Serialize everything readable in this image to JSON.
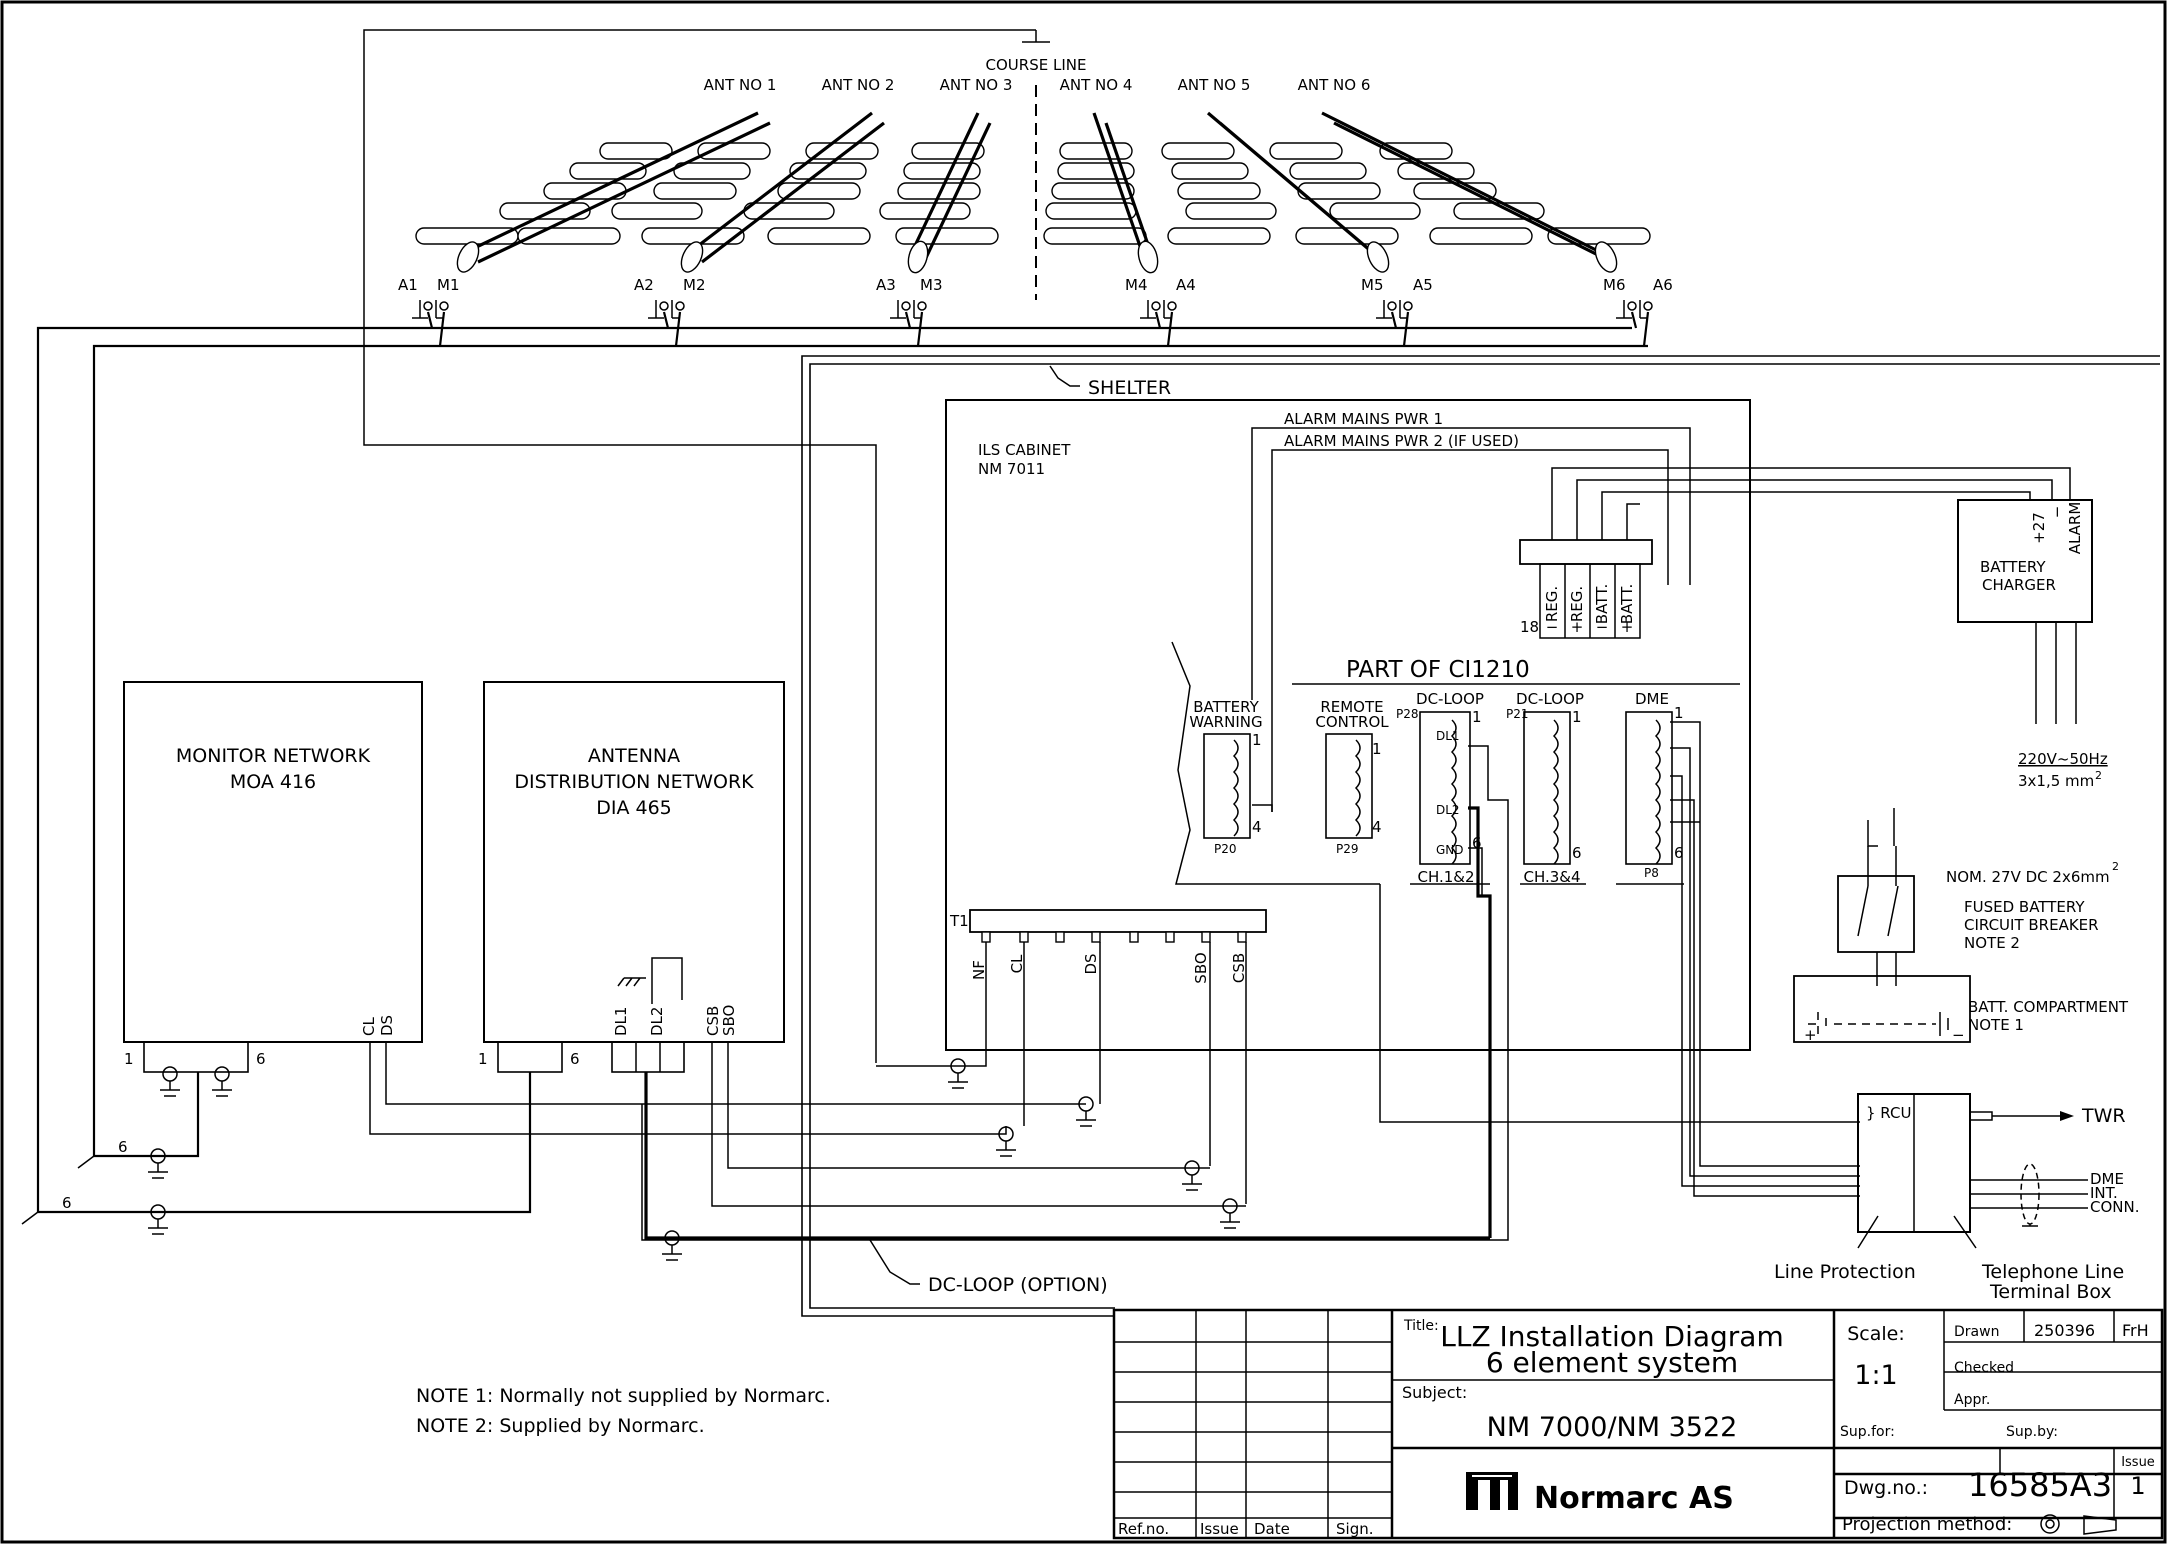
{
  "antennas": {
    "course_line": "COURSE LINE",
    "labels": [
      "ANT NO 1",
      "ANT NO 2",
      "ANT NO 3",
      "ANT NO 4",
      "ANT NO 5",
      "ANT NO 6"
    ],
    "ports": [
      [
        "A1",
        "M1"
      ],
      [
        "A2",
        "M2"
      ],
      [
        "A3",
        "M3"
      ],
      [
        "M4",
        "A4"
      ],
      [
        "M5",
        "A5"
      ],
      [
        "M6",
        "A6"
      ]
    ]
  },
  "shelter": {
    "label": "SHELTER"
  },
  "cabinet": {
    "title_line1": "ILS CABINET",
    "title_line2": "NM 7011",
    "alarm1": "ALARM MAINS PWR 1",
    "alarm2": "ALARM MAINS PWR 2 (IF USED)",
    "part_of": "PART OF CI1210",
    "terminal": {
      "label": "T1",
      "taps": [
        "NF",
        "CL",
        "DS",
        "SBO",
        "CSB"
      ]
    },
    "connectors": {
      "battery_warning": [
        "BATTERY",
        "WARNING"
      ],
      "remote_control": [
        "REMOTE",
        "CONTROL"
      ],
      "dc_loop1": "DC-LOOP",
      "dc_loop2": "DC-LOOP",
      "dme": "DME",
      "p20": "P20",
      "p29": "P29",
      "p28": "P28",
      "p21": "P21",
      "p8": "P8",
      "dl1": "DL1",
      "dl2": "DL2",
      "gnd": "GND",
      "ch12": "CH.1&2",
      "ch34": "CH.3&4",
      "pin1": "1",
      "pin4": "4",
      "pin6": "6"
    }
  },
  "regulator": {
    "cols": [
      "REG.",
      "REG.",
      "BATT.",
      "BATT."
    ],
    "signs": [
      "−",
      "+",
      "−",
      "+"
    ],
    "pin": "18"
  },
  "charger": {
    "line1": "BATTERY",
    "line2": "CHARGER",
    "plus": "+27",
    "minus": "−",
    "alarm": "ALARM",
    "mains1": "220V~50Hz",
    "mains2": "3x1,5 mm",
    "mains_sup": "2"
  },
  "breaker": {
    "nom": "NOM. 27V DC 2x6mm",
    "nom_sup": "2",
    "line1": "FUSED BATTERY",
    "line2": "CIRCUIT BREAKER",
    "line3": "NOTE 2"
  },
  "battery": {
    "line1": "BATT. COMPARTMENT",
    "line2": "NOTE 1",
    "plus": "+",
    "minus": "−"
  },
  "rcu": {
    "label": "} RCU",
    "twr": "TWR",
    "dme": "DME",
    "int": "INT.",
    "conn": "CONN.",
    "line_protection": "Line Protection",
    "tel1": "Telephone Line",
    "tel2": "Terminal Box"
  },
  "monitor": {
    "line1": "MONITOR NETWORK",
    "line2": "MOA 416",
    "pin_left": "1",
    "pin_right": "6",
    "cl": "CL",
    "ds": "DS"
  },
  "distribution": {
    "line1": "ANTENNA",
    "line2": "DISTRIBUTION NETWORK",
    "line3": "DIA 465",
    "pin_left": "1",
    "pin_right": "6",
    "dl1": "DL1",
    "dl2": "DL2",
    "csb": "CSB",
    "sbo": "SBO"
  },
  "bus_marks": {
    "six_a": "6",
    "six_b": "6"
  },
  "dc_loop_label": "DC-LOOP (OPTION)",
  "notes": [
    "NOTE 1:  Normally not supplied by Normarc.",
    "NOTE 2:  Supplied by Normarc."
  ],
  "title_block": {
    "title_caption": "Title:",
    "title_line1": "LLZ Installation Diagram",
    "title_line2": "6 element system",
    "subject_caption": "Subject:",
    "subject": "NM 7000/NM 3522",
    "company": "Normarc AS",
    "scale_caption": "Scale:",
    "scale": "1:1",
    "drawn_caption": "Drawn",
    "drawn_date": "250396",
    "drawn_by": "FrH",
    "checked_caption": "Checked",
    "appr_caption": "Appr.",
    "sup_for": "Sup.for:",
    "sup_by": "Sup.by:",
    "dwg_caption": "Dwg.no.:",
    "dwg_no": "16585A3",
    "issue_caption": "Issue",
    "issue": "1",
    "projection": "Projection method:",
    "rev_headers": [
      "Ref.no.",
      "Issue",
      "Date",
      "Sign."
    ]
  }
}
